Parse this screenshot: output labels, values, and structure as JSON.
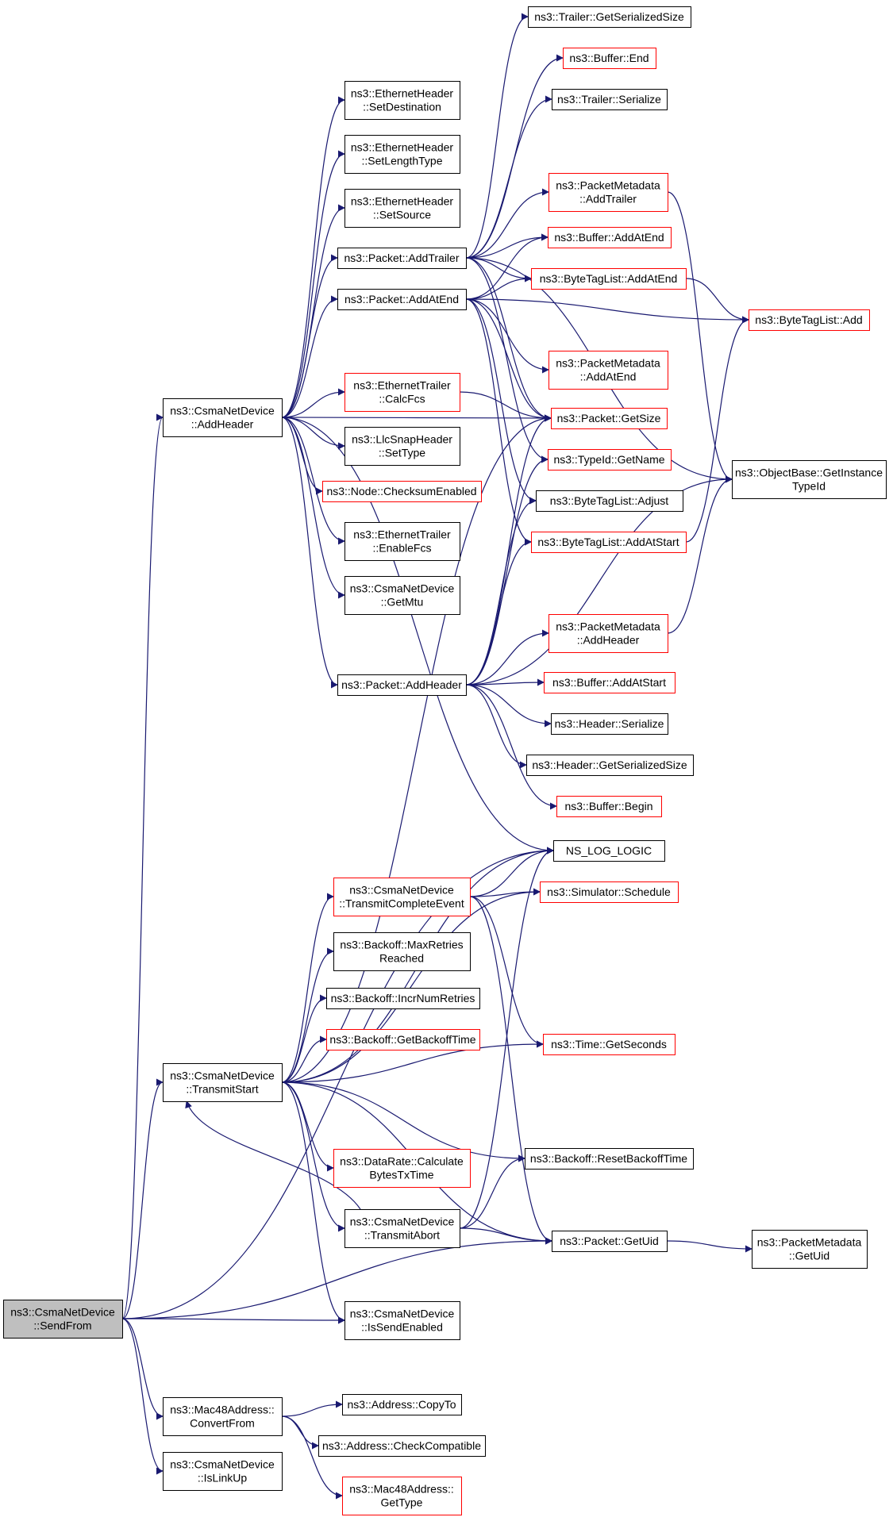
{
  "colors": {
    "edge": "#191970",
    "border_default": "#000000",
    "border_truncated": "#ff0000",
    "root_fill": "#bfbfbf",
    "node_fill": "#ffffff"
  },
  "nodes": [
    {
      "id": "sendfrom",
      "lines": [
        "ns3::CsmaNetDevice",
        "::SendFrom"
      ],
      "style": "root"
    },
    {
      "id": "addheader",
      "lines": [
        "ns3::CsmaNetDevice",
        "::AddHeader"
      ],
      "style": "black"
    },
    {
      "id": "transmitstart",
      "lines": [
        "ns3::CsmaNetDevice",
        "::TransmitStart"
      ],
      "style": "black"
    },
    {
      "id": "convertfrom",
      "lines": [
        "ns3::Mac48Address::",
        "ConvertFrom"
      ],
      "style": "black"
    },
    {
      "id": "islinkup",
      "lines": [
        "ns3::CsmaNetDevice",
        "::IsLinkUp"
      ],
      "style": "black"
    },
    {
      "id": "eh_setdest",
      "lines": [
        "ns3::EthernetHeader",
        "::SetDestination"
      ],
      "style": "black"
    },
    {
      "id": "eh_setlen",
      "lines": [
        "ns3::EthernetHeader",
        "::SetLengthType"
      ],
      "style": "black"
    },
    {
      "id": "eh_setsrc",
      "lines": [
        "ns3::EthernetHeader",
        "::SetSource"
      ],
      "style": "black"
    },
    {
      "id": "pkt_addtrailer",
      "lines": [
        "ns3::Packet::AddTrailer"
      ],
      "style": "black"
    },
    {
      "id": "pkt_addatend",
      "lines": [
        "ns3::Packet::AddAtEnd"
      ],
      "style": "black"
    },
    {
      "id": "et_calcfcs",
      "lines": [
        "ns3::EthernetTrailer",
        "::CalcFcs"
      ],
      "style": "red"
    },
    {
      "id": "llc_settype",
      "lines": [
        "ns3::LlcSnapHeader",
        "::SetType"
      ],
      "style": "black"
    },
    {
      "id": "node_checksum",
      "lines": [
        "ns3::Node::ChecksumEnabled"
      ],
      "style": "red"
    },
    {
      "id": "et_enablefcs",
      "lines": [
        "ns3::EthernetTrailer",
        "::EnableFcs"
      ],
      "style": "black"
    },
    {
      "id": "cnd_getmtu",
      "lines": [
        "ns3::CsmaNetDevice",
        "::GetMtu"
      ],
      "style": "black"
    },
    {
      "id": "pkt_addheader",
      "lines": [
        "ns3::Packet::AddHeader"
      ],
      "style": "black"
    },
    {
      "id": "cnd_tce",
      "lines": [
        "ns3::CsmaNetDevice",
        "::TransmitCompleteEvent"
      ],
      "style": "red"
    },
    {
      "id": "bo_maxretries",
      "lines": [
        "ns3::Backoff::MaxRetries",
        "Reached"
      ],
      "style": "black"
    },
    {
      "id": "bo_incr",
      "lines": [
        "ns3::Backoff::IncrNumRetries"
      ],
      "style": "black"
    },
    {
      "id": "bo_getbackoff",
      "lines": [
        "ns3::Backoff::GetBackoffTime"
      ],
      "style": "red"
    },
    {
      "id": "dr_calc",
      "lines": [
        "ns3::DataRate::Calculate",
        "BytesTxTime"
      ],
      "style": "red"
    },
    {
      "id": "cnd_abort",
      "lines": [
        "ns3::CsmaNetDevice",
        "::TransmitAbort"
      ],
      "style": "black"
    },
    {
      "id": "cnd_issend",
      "lines": [
        "ns3::CsmaNetDevice",
        "::IsSendEnabled"
      ],
      "style": "black"
    },
    {
      "id": "addr_copyto",
      "lines": [
        "ns3::Address::CopyTo"
      ],
      "style": "black"
    },
    {
      "id": "addr_check",
      "lines": [
        "ns3::Address::CheckCompatible"
      ],
      "style": "black"
    },
    {
      "id": "mac_gettype",
      "lines": [
        "ns3::Mac48Address::",
        "GetType"
      ],
      "style": "red"
    },
    {
      "id": "tr_getsize",
      "lines": [
        "ns3::Trailer::GetSerializedSize"
      ],
      "style": "black"
    },
    {
      "id": "buf_end",
      "lines": [
        "ns3::Buffer::End"
      ],
      "style": "red"
    },
    {
      "id": "tr_serialize",
      "lines": [
        "ns3::Trailer::Serialize"
      ],
      "style": "black"
    },
    {
      "id": "pm_addtrailer",
      "lines": [
        "ns3::PacketMetadata",
        "::AddTrailer"
      ],
      "style": "red"
    },
    {
      "id": "buf_addatend",
      "lines": [
        "ns3::Buffer::AddAtEnd"
      ],
      "style": "red"
    },
    {
      "id": "btl_addatend",
      "lines": [
        "ns3::ByteTagList::AddAtEnd"
      ],
      "style": "red"
    },
    {
      "id": "pm_addatend",
      "lines": [
        "ns3::PacketMetadata",
        "::AddAtEnd"
      ],
      "style": "red"
    },
    {
      "id": "pkt_getsize",
      "lines": [
        "ns3::Packet::GetSize"
      ],
      "style": "red"
    },
    {
      "id": "tid_getname",
      "lines": [
        "ns3::TypeId::GetName"
      ],
      "style": "red"
    },
    {
      "id": "btl_adjust",
      "lines": [
        "ns3::ByteTagList::Adjust"
      ],
      "style": "black"
    },
    {
      "id": "btl_addatstart",
      "lines": [
        "ns3::ByteTagList::AddAtStart"
      ],
      "style": "red"
    },
    {
      "id": "pm_addheader",
      "lines": [
        "ns3::PacketMetadata",
        "::AddHeader"
      ],
      "style": "red"
    },
    {
      "id": "buf_addatstart",
      "lines": [
        "ns3::Buffer::AddAtStart"
      ],
      "style": "red"
    },
    {
      "id": "hdr_serialize",
      "lines": [
        "ns3::Header::Serialize"
      ],
      "style": "black"
    },
    {
      "id": "hdr_getsize",
      "lines": [
        "ns3::Header::GetSerializedSize"
      ],
      "style": "black"
    },
    {
      "id": "buf_begin",
      "lines": [
        "ns3::Buffer::Begin"
      ],
      "style": "red"
    },
    {
      "id": "ns_log",
      "lines": [
        "NS_LOG_LOGIC"
      ],
      "style": "black"
    },
    {
      "id": "sim_schedule",
      "lines": [
        "ns3::Simulator::Schedule"
      ],
      "style": "red"
    },
    {
      "id": "time_getsec",
      "lines": [
        "ns3::Time::GetSeconds"
      ],
      "style": "red"
    },
    {
      "id": "bo_reset",
      "lines": [
        "ns3::Backoff::ResetBackoffTime"
      ],
      "style": "black"
    },
    {
      "id": "pkt_getuid",
      "lines": [
        "ns3::Packet::GetUid"
      ],
      "style": "black"
    },
    {
      "id": "btl_add",
      "lines": [
        "ns3::ByteTagList::Add"
      ],
      "style": "red"
    },
    {
      "id": "ob_gettid",
      "lines": [
        "ns3::ObjectBase::GetInstance",
        "TypeId"
      ],
      "style": "black"
    },
    {
      "id": "pm_getuid",
      "lines": [
        "ns3::PacketMetadata",
        "::GetUid"
      ],
      "style": "black"
    }
  ]
}
